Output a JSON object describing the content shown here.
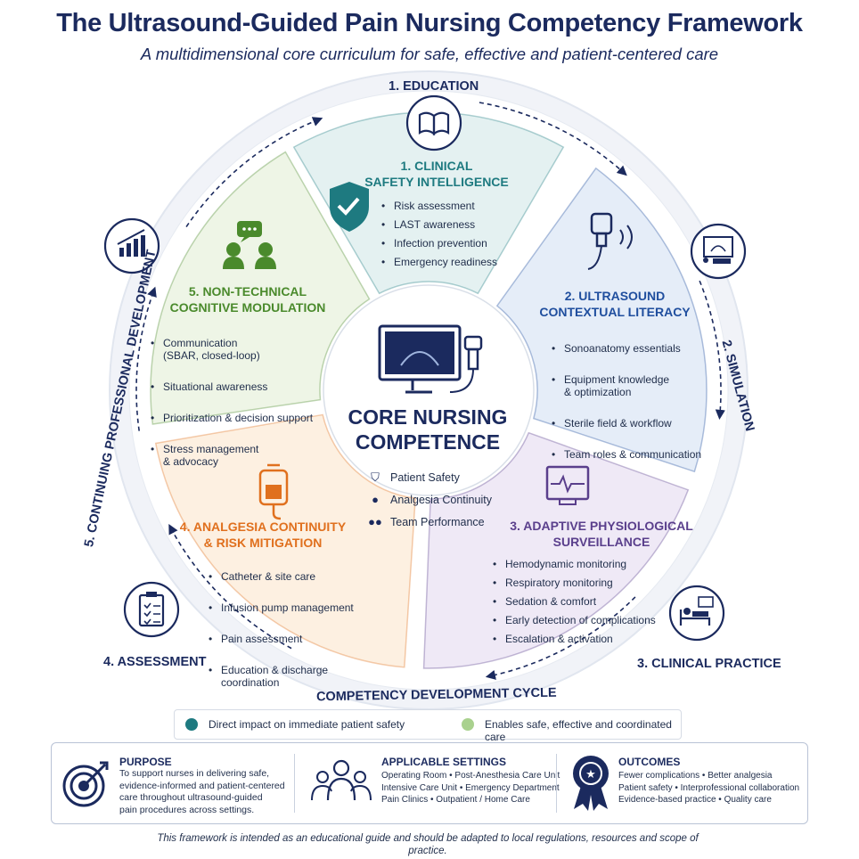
{
  "header": {
    "title": "The Ultrasound-Guided Pain Nursing Competency Framework",
    "subtitle": "A multidimensional core curriculum for safe, effective and patient-centered care"
  },
  "cycle": {
    "stages": [
      {
        "label": "1. EDUCATION",
        "icon": "book-icon"
      },
      {
        "label": "2. SIMULATION",
        "icon": "simulation-monitor-icon"
      },
      {
        "label": "3. CLINICAL PRACTICE",
        "icon": "patient-bed-icon"
      },
      {
        "label": "4. ASSESSMENT",
        "icon": "clipboard-checklist-icon"
      },
      {
        "label": "5. CONTINUING PROFESSIONAL DEVELOPMENT",
        "icon": "growth-chart-icon"
      }
    ],
    "bottom_label": "COMPETENCY DEVELOPMENT CYCLE"
  },
  "segments": [
    {
      "title": "1. CLINICAL\nSAFETY INTELLIGENCE",
      "color": "#1e7a80",
      "fill": "#e4f1f1",
      "icon": "shield-check-icon",
      "items": [
        "Risk assessment",
        "LAST awareness",
        "Infection prevention",
        "Emergency readiness"
      ]
    },
    {
      "title": "2. ULTRASOUND\nCONTEXTUAL LITERACY",
      "color": "#1f4e9e",
      "fill": "#e5edf8",
      "icon": "ultrasound-probe-icon",
      "items": [
        "Sonoanatomy essentials",
        "Equipment knowledge\n& optimization",
        "Sterile field & workflow",
        "Team roles & communication"
      ]
    },
    {
      "title": "3. ADAPTIVE PHYSIOLOGICAL\nSURVEILLANCE",
      "color": "#5a3f8c",
      "fill": "#efe9f6",
      "icon": "vital-monitor-icon",
      "items": [
        "Hemodynamic monitoring",
        "Respiratory monitoring",
        "Sedation & comfort",
        "Early detection of complications",
        "Escalation & activation"
      ]
    },
    {
      "title": "4. ANALGESIA CONTINUITY\n& RISK MITIGATION",
      "color": "#e0701e",
      "fill": "#fdf0e1",
      "icon": "infusion-bag-icon",
      "items": [
        "Catheter & site care",
        "Infusion pump management",
        "Pain assessment",
        "Education & discharge\ncoordination"
      ]
    },
    {
      "title": "5. NON-TECHNICAL\nCOGNITIVE MODULATION",
      "color": "#4a8a2c",
      "fill": "#eef5e6",
      "icon": "team-communication-icon",
      "items": [
        "Communication\n(SBAR, closed-loop)",
        "Situational awareness",
        "Prioritization & decision support",
        "Stress management\n& advocacy"
      ]
    }
  ],
  "core": {
    "title": "CORE NURSING\nCOMPETENCE",
    "icon": "ultrasound-monitor-icon",
    "items": [
      {
        "label": "Patient Safety",
        "icon": "shield-icon"
      },
      {
        "label": "Analgesia Continuity",
        "icon": "person-icon"
      },
      {
        "label": "Team Performance",
        "icon": "group-icon"
      }
    ]
  },
  "legend": {
    "items": [
      {
        "label": "Direct impact on immediate patient safety",
        "color": "#1e7a80"
      },
      {
        "label": "Enables safe, effective and coordinated care",
        "color": "#a9d18e"
      }
    ]
  },
  "info": {
    "purpose": {
      "heading": "PURPOSE",
      "icon": "target-icon",
      "text": "To support nurses in delivering safe,\nevidence-informed and patient-centered\ncare throughout ultrasound-guided\npain procedures across settings."
    },
    "settings": {
      "heading": "APPLICABLE SETTINGS",
      "icon": "team-group-icon",
      "text": "Operating Room  •  Post-Anesthesia Care Unit\nIntensive Care Unit  •  Emergency Department\nPain Clinics  •  Outpatient / Home Care"
    },
    "outcomes": {
      "heading": "OUTCOMES",
      "icon": "award-ribbon-icon",
      "text": "Fewer complications  •  Better analgesia\nPatient safety  •  Interprofessional collaboration\nEvidence-based practice  •  Quality care"
    }
  },
  "footer": "This framework is intended as an educational guide and should be adapted to local regulations, resources and scope of practice.",
  "colors": {
    "navy": "#1b2a5e",
    "ring": "#eef1f6"
  }
}
